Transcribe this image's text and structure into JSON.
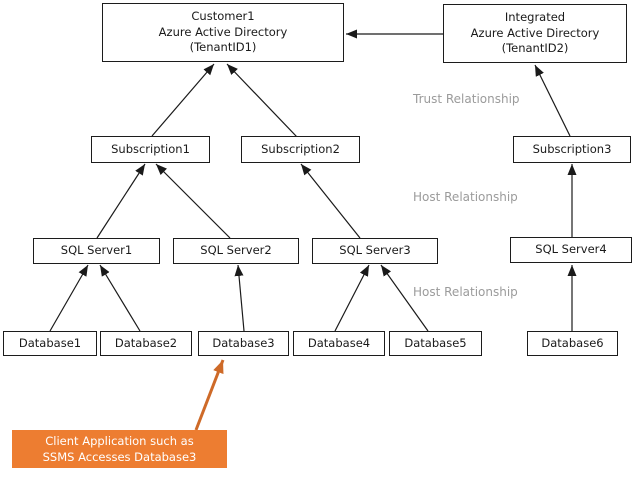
{
  "boxes": {
    "tenant1": {
      "line1": "Customer1",
      "line2": "Azure Active Directory",
      "line3": "(TenantID1)"
    },
    "tenant2": {
      "line1": "Integrated",
      "line2": "Azure Active Directory",
      "line3": "(TenantID2)"
    },
    "sub1": {
      "label": "Subscription1"
    },
    "sub2": {
      "label": "Subscription2"
    },
    "sub3": {
      "label": "Subscription3"
    },
    "sql1": {
      "label": "SQL Server1"
    },
    "sql2": {
      "label": "SQL Server2"
    },
    "sql3": {
      "label": "SQL Server3"
    },
    "sql4": {
      "label": "SQL Server4"
    },
    "db1": {
      "label": "Database1"
    },
    "db2": {
      "label": "Database2"
    },
    "db3": {
      "label": "Database3"
    },
    "db4": {
      "label": "Database4"
    },
    "db5": {
      "label": "Database5"
    },
    "db6": {
      "label": "Database6"
    }
  },
  "labels": {
    "trust": "Trust Relationship",
    "host1": "Host Relationship",
    "host2": "Host Relationship"
  },
  "callout": {
    "line1": "Client Application such as",
    "line2": "SSMS Accesses Database3"
  },
  "colors": {
    "callout_bg": "#ed7d31",
    "callout_arrow": "#ce6a28",
    "label_gray": "#9b9b9b",
    "line": "#1a1a1a"
  }
}
